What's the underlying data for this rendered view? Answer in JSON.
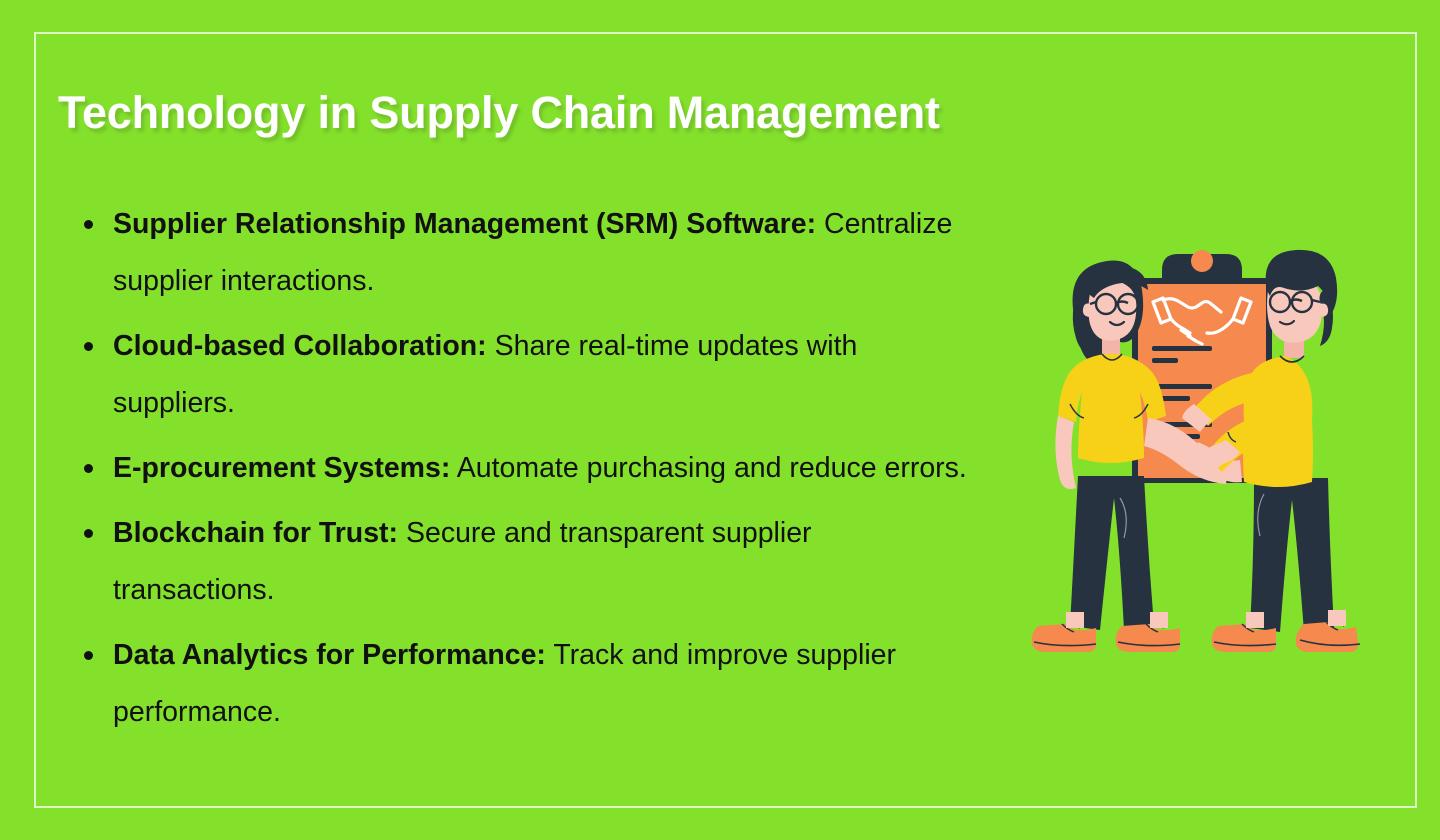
{
  "slide": {
    "background_color": "#84E12B",
    "frame_border_color": "#FFFFFF",
    "title": "Technology in Supply Chain Management",
    "title_color": "#FFFFFF",
    "text_color": "#111111"
  },
  "bullets": [
    {
      "lead": "Supplier Relationship Management (SRM) Software:",
      "rest": " Centralize supplier interactions."
    },
    {
      "lead": "Cloud-based Collaboration:",
      "rest": " Share real-time updates with suppliers."
    },
    {
      "lead": "E-procurement Systems:",
      "rest": " Automate purchasing and reduce errors."
    },
    {
      "lead": "Blockchain for Trust:",
      "rest": " Secure and transparent supplier transactions."
    },
    {
      "lead": "Data Analytics for Performance:",
      "rest": " Track and improve supplier performance."
    }
  ],
  "illustration": {
    "name": "two-people-handshake-clipboard-illustration",
    "colors": {
      "orange": "#F5894E",
      "orange_dark": "#EE7B3E",
      "dark_navy": "#263240",
      "yellow": "#F7D117",
      "yellow_dark": "#EDC80F",
      "skin": "#F9C8BC",
      "skin_shadow": "#F2B5A8",
      "white": "#FFFFFF"
    }
  }
}
